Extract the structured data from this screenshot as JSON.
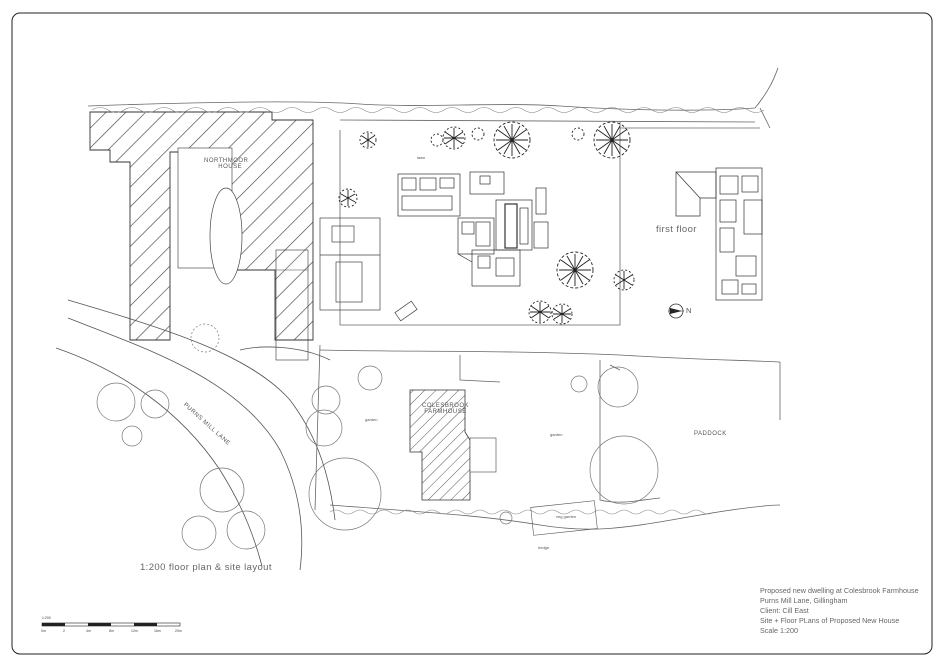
{
  "labels": {
    "northmoor": [
      "NORTHMOOR",
      "HOUSE"
    ],
    "colesbrook": [
      "COLESBROOK",
      "FARMHOUSE"
    ],
    "purns_mill_lane": "PURNS MILL LANE",
    "paddock": "PADDOCK",
    "first_floor": "first floor",
    "site_layout": "1:200 floor plan & site layout",
    "garden_1": "garden",
    "garden_2": "garden",
    "veg_garden": "veg garden",
    "lawn": "lawn",
    "hedge": "hedge",
    "north": "N"
  },
  "title_block": [
    "Proposed new dwelling at Colesbrook Farmhouse",
    "Purns Mill Lane, Gillingham",
    "Client: Cill East",
    "Site + Floor PLans of Proposed New House",
    "Scale 1:200"
  ],
  "scale_bar": {
    "title": "1:200",
    "ticks": [
      "0m",
      "2",
      "4m",
      "8m",
      "12m",
      "16m",
      "20m"
    ]
  },
  "colors": {
    "line": "#3a3a3a",
    "light_line": "#8a8a8a",
    "hatch": "#444444",
    "paper": "#ffffff"
  }
}
